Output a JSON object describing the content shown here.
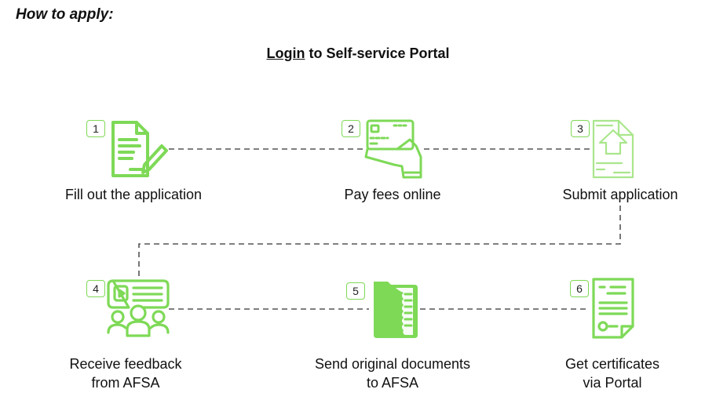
{
  "header": {
    "title": "How to apply:",
    "subtitle_link": "Login",
    "subtitle_rest": " to Self-service Portal"
  },
  "colors": {
    "accent": "#7ed957",
    "connector": "#555555"
  },
  "steps": [
    {
      "number": "1",
      "icon": "document-edit-icon",
      "label_line1": "Fill out the application",
      "label_line2": ""
    },
    {
      "number": "2",
      "icon": "credit-card-hand-icon",
      "label_line1": "Pay fees online",
      "label_line2": ""
    },
    {
      "number": "3",
      "icon": "file-upload-icon",
      "label_line1": "Submit application",
      "label_line2": ""
    },
    {
      "number": "4",
      "icon": "video-feedback-group-icon",
      "label_line1": "Receive feedback",
      "label_line2": "from AFSA"
    },
    {
      "number": "5",
      "icon": "folder-documents-icon",
      "label_line1": "Send original documents",
      "label_line2": "to AFSA"
    },
    {
      "number": "6",
      "icon": "certificate-icon",
      "label_line1": "Get certificates",
      "label_line2": "via Portal"
    }
  ]
}
